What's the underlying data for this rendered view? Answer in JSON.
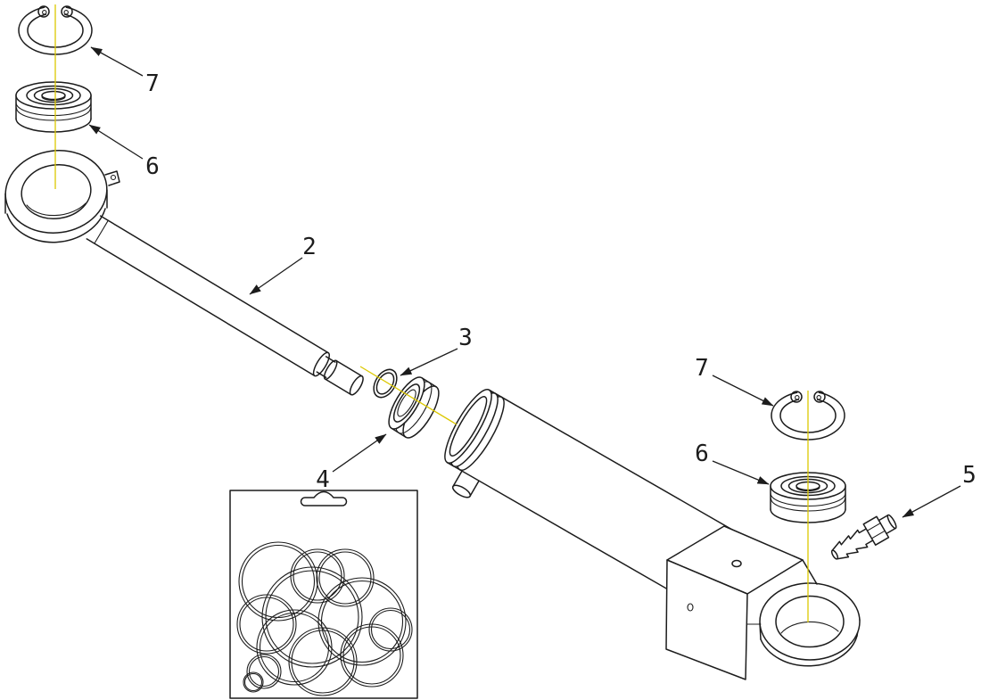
{
  "diagram": {
    "type": "exploded-parts-diagram",
    "callouts": {
      "rod": "2",
      "backup_ring": "3",
      "gland": "4",
      "fitting": "5",
      "bearing_left": "6",
      "bearing_right": "6",
      "circlip_left": "7",
      "circlip_right": "7"
    },
    "colors": {
      "line": "#1c1c1c",
      "centerline": "#dcc800",
      "background": "#ffffff"
    }
  }
}
